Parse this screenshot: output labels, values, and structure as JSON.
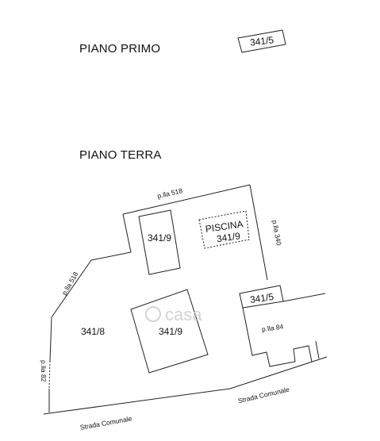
{
  "headings": {
    "first_floor": "PIANO PRIMO",
    "ground_floor": "PIANO TERRA"
  },
  "parcels": {
    "first_floor_unit": "341/5",
    "upper_unit": "341/9",
    "pool_title": "PISCINA",
    "pool_number": "341/9",
    "lower_unit": "341/9",
    "left_area": "341/8",
    "right_unit": "341/5"
  },
  "boundaries": {
    "north": "p.lla 518",
    "northwest": "p.lla 518",
    "east": "p.lla 340",
    "southeast": "p.lla 84",
    "west": "p.lla 82",
    "road_left": "Strada Comunale",
    "road_right": "Strada Comunale"
  },
  "watermark": "casa",
  "colors": {
    "line": "#222222",
    "watermark": "#cfcfcf"
  }
}
